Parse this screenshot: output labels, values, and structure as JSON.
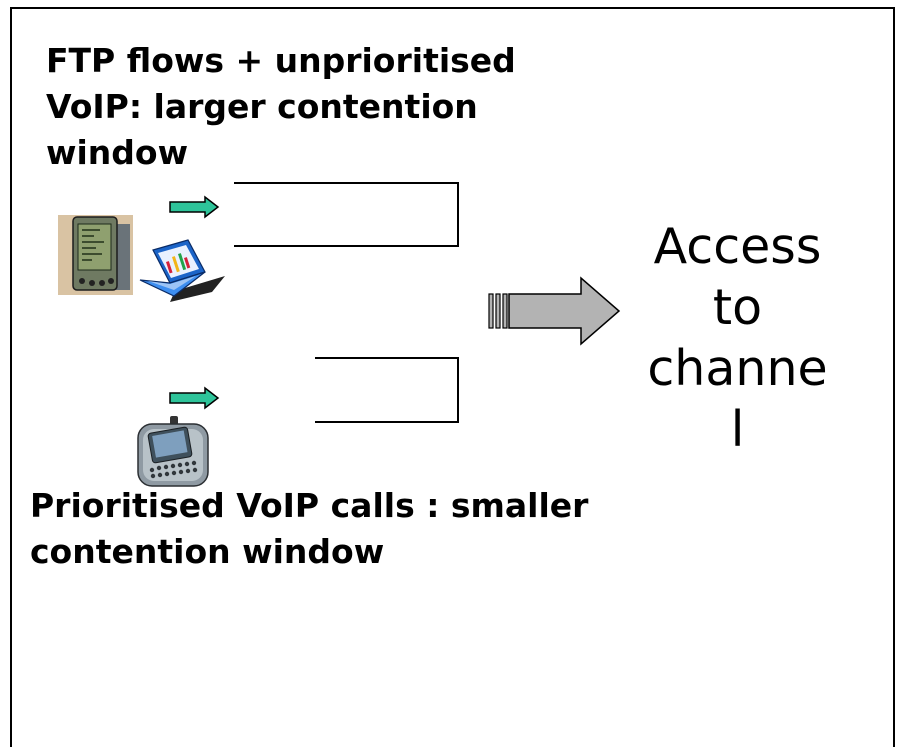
{
  "slide": {
    "top_caption": "FTP flows + unprioritised VoIP: larger contention window",
    "bottom_caption": "Prioritised VoIP calls : smaller contention window",
    "access_lines": [
      "Access",
      "to",
      "channe",
      "l"
    ]
  },
  "colors": {
    "flow_arrow": "#2ec49a",
    "channel_arrow": "#b3b3b3",
    "line": "#000000"
  },
  "icons": [
    "pda-icon",
    "laptop-icon",
    "palm-device-icon",
    "flow-arrow-icon",
    "channel-arrow-icon"
  ]
}
